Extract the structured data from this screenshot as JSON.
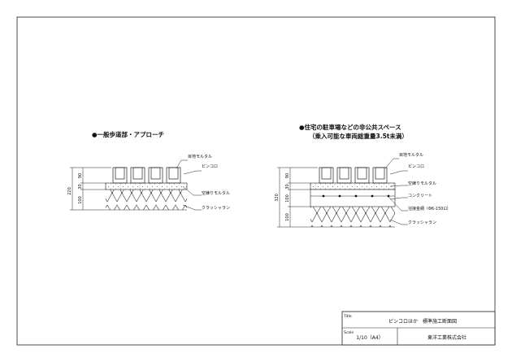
{
  "left_section": {
    "title": "●一般歩道部・アプローチ",
    "labels": {
      "joint_mortar": "目地モルタル",
      "block": "ピンコロ",
      "dry_mortar": "空練りモルタル",
      "crusher_run": "クラッシャラン"
    },
    "dims": {
      "total": "220",
      "block_h": "90",
      "mortar_h": "30",
      "base_h": "100"
    }
  },
  "right_section": {
    "title_line1": "●住宅の駐車場などの非公共スペース",
    "title_line2": "（乗入可能な車両総重量3.5t未満）",
    "labels": {
      "joint_mortar": "目地モルタル",
      "block": "ピンコロ",
      "dry_mortar": "空練りモルタル",
      "concrete": "コンクリート",
      "wire_mesh": "溶接金網（Φ6-150⊡）",
      "crusher_run": "クラッシャラン"
    },
    "dims": {
      "total": "320",
      "block_h": "90",
      "mortar_h": "30",
      "concrete_h": "100",
      "base_h": "100"
    }
  },
  "title_block": {
    "title_label": "Title",
    "title_value": "ピンコロほか　標準施工断面図",
    "scale_label": "Scale",
    "scale_value": "1/10（A4）",
    "company": "東洋工業株式会社"
  }
}
